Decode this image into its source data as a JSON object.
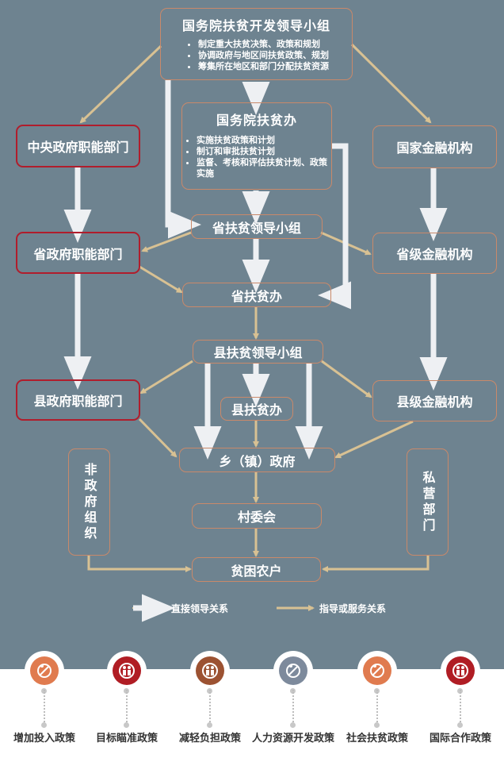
{
  "top": {
    "title": "国务院扶贫开发领导小组",
    "items": [
      "制定重大扶贫决策、政策和规划",
      "协调政府与地区间扶贫政策、规划",
      "筹集所在地区和部门分配扶贫资源"
    ]
  },
  "office": {
    "title": "国务院扶贫办",
    "items": [
      "实施扶贫政策和计划",
      "制订和审批扶贫计划",
      "监督、考核和评估扶贫计划、政策实施"
    ]
  },
  "boxes": {
    "central_gov": "中央政府职能部门",
    "national_fin": "国家金融机构",
    "prov_group": "省扶贫领导小组",
    "prov_gov": "省政府职能部门",
    "prov_fin": "省级金融机构",
    "prov_office": "省扶贫办",
    "county_group": "县扶贫领导小组",
    "county_gov": "县政府职能部门",
    "county_fin": "县级金融机构",
    "county_office": "县扶贫办",
    "township": "乡（镇）政府",
    "village": "村委会",
    "poor_farmers": "贫困农户",
    "ngo": "非政府组织",
    "private": "私营部门"
  },
  "legend": {
    "direct": "直接领导关系",
    "guidance": "指导或服务关系"
  },
  "policies": [
    {
      "label": "增加投入政策",
      "color": "#e07b4f",
      "icon": "no-entry-person-icon"
    },
    {
      "label": "目标瞄准政策",
      "color": "#b01d24",
      "icon": "people-group-icon"
    },
    {
      "label": "减轻负担政策",
      "color": "#9c5232",
      "icon": "people-group-icon"
    },
    {
      "label": "人力资源开发政策",
      "color": "#7d8a9c",
      "icon": "no-entry-person-icon"
    },
    {
      "label": "社会扶贫政策",
      "color": "#e07b4f",
      "icon": "no-entry-person-icon"
    },
    {
      "label": "国际合作政策",
      "color": "#b01d24",
      "icon": "people-group-icon"
    }
  ],
  "colors": {
    "background": "#6e8390",
    "guidance_arrow": "#d8c193",
    "direct_arrow": "#eef0f3",
    "box_border": "#c9896a",
    "red_border": "#b01d2c"
  }
}
